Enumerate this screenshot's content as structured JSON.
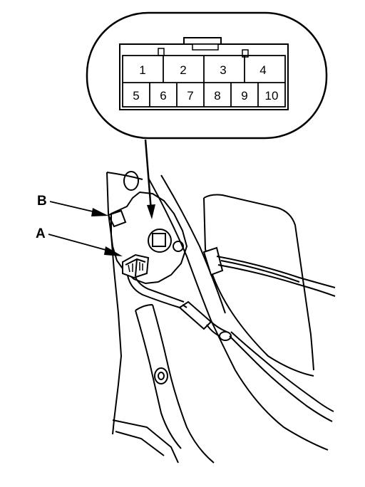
{
  "callouts": {
    "a_label": "A",
    "b_label": "B"
  },
  "connector": {
    "pins_top": [
      "1",
      "2",
      "3",
      "4"
    ],
    "pins_bottom": [
      "5",
      "6",
      "7",
      "8",
      "9",
      "10"
    ]
  },
  "colors": {
    "line": "#000000",
    "background": "#ffffff"
  }
}
